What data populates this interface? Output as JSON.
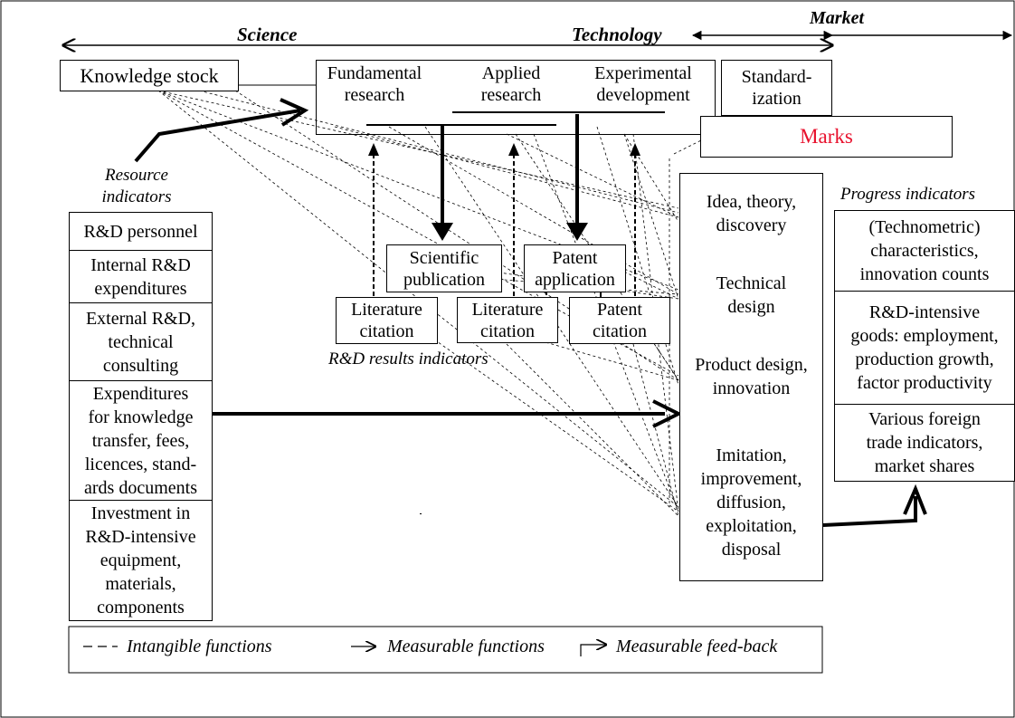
{
  "scale": {
    "science": "Science",
    "technology": "Technology",
    "market": "Market"
  },
  "boxes": {
    "knowledge_stock": "Knowledge stock",
    "fundamental_research": "Fundamental\nresearch",
    "applied_research": "Applied\nresearch",
    "experimental_development": "Experimental\ndevelopment",
    "standardization": "Standard-\nization",
    "marks": "Marks",
    "scientific_publication": "Scientific\npublication",
    "patent_application": "Patent\napplication",
    "literature_citation_1": "Literature\ncitation",
    "literature_citation_2": "Literature\ncitation",
    "patent_citation": "Patent\ncitation"
  },
  "labels": {
    "resource_indicators": "Resource\nindicators",
    "rd_results_indicators": "R&D results indicators",
    "progress_indicators": "Progress indicators"
  },
  "resource_list": [
    "R&D personnel",
    "Internal R&D\nexpenditures",
    "External R&D,\ntechnical\nconsulting",
    "Expenditures\nfor knowledge\ntransfer, fees,\nlicences, stand-\nards documents",
    "Investment in\nR&D-intensive\nequipment,\nmaterials,\ncomponents"
  ],
  "innovation_stages": [
    "Idea, theory,\ndiscovery",
    "Technical\ndesign",
    "Product design,\ninnovation",
    "Imitation,\nimprovement,\ndiffusion,\nexploitation,\ndisposal"
  ],
  "progress_list": [
    "(Technometric)\ncharacteristics,\ninnovation counts",
    "R&D-intensive\ngoods: employment,\nproduction growth,\nfactor productivity",
    "Various foreign\ntrade indicators,\nmarket shares"
  ],
  "legend": {
    "intangible": "Intangible functions",
    "measurable": "Measurable functions",
    "feedback": "Measurable feed-back"
  },
  "colors": {
    "marks_text": "#e8112d",
    "line": "#000000"
  }
}
